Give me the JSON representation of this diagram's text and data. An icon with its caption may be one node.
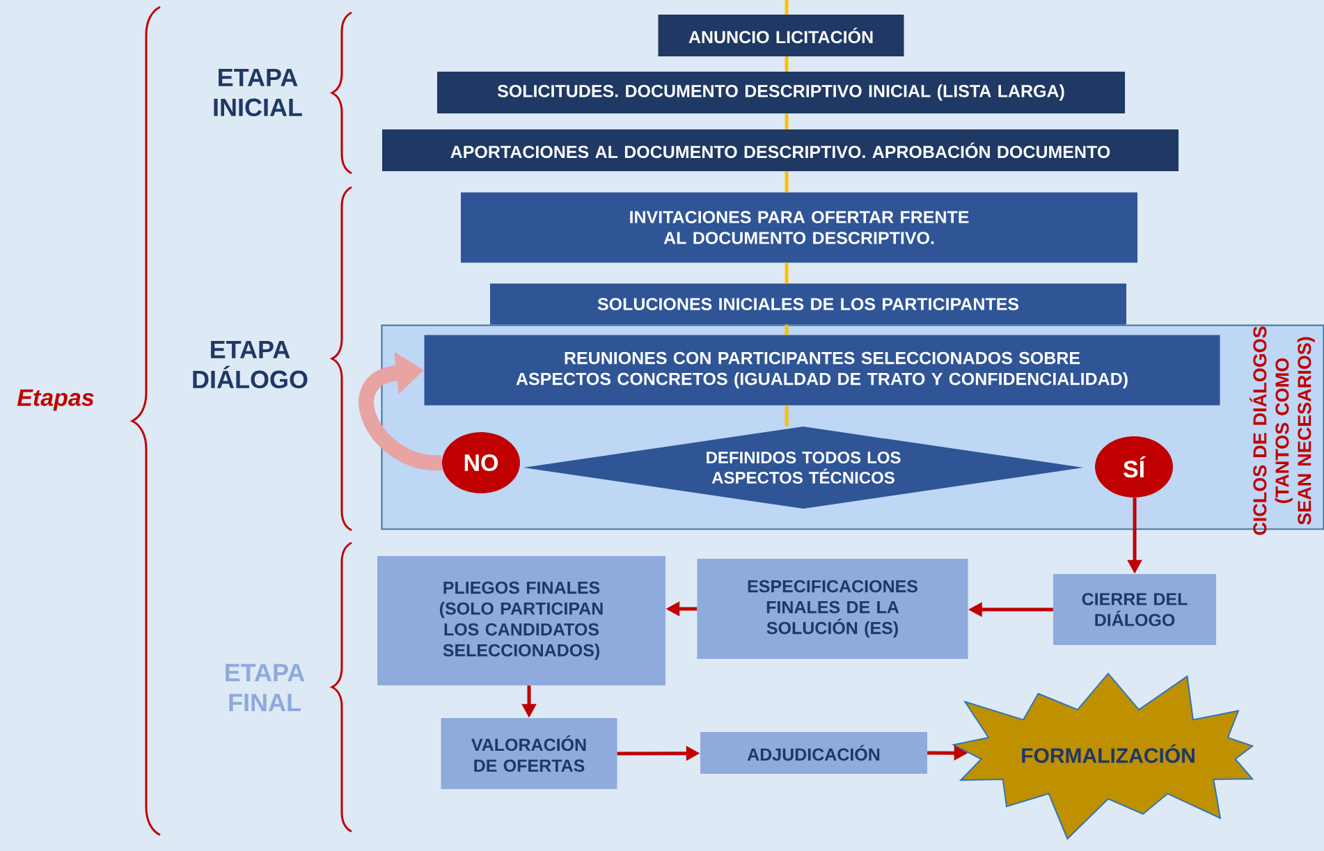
{
  "diagram": {
    "nodes": [
      {
        "text": [
          "ANUNCIO LICITACIÓN"
        ]
      },
      {
        "text": [
          "SOLICITUDES. DOCUMENTO DESCRIPTIVO INICIAL (LISTA LARGA)"
        ]
      },
      {
        "text": [
          "APORTACIONES AL DOCUMENTO DESCRIPTIVO. APROBACIÓN DOCUMENTO"
        ]
      },
      {
        "text": [
          "INVITACIONES PARA OFERTAR FRENTE AL DOCUMENTO DESCRIPTIVO."
        ]
      },
      {
        "text": [
          "SOLUCIONES INICIALES DE LOS PARTICIPANTES"
        ]
      },
      {
        "text": [
          "CICLOS DE DIÁLOGOS (TANTOS COMO SEAN NECESARIOS)"
        ]
      },
      {
        "text": [
          "REUNIONES CON PARTICIPANTES SELECCIONADOS SOBRE ASPECTOS CONCRETOS (IGUALDAD DE TRATO Y CONFIDENCIALIDAD)"
        ],
        "in": 5
      },
      {
        "text": [
          "NO"
        ],
        "in": 5
      },
      {
        "text": [
          "DEFINIDOS TODOS LOS ASPECTOS TÉCNICOS"
        ],
        "in": 5
      },
      {
        "text": [
          "SÍ"
        ],
        "in": 5
      },
      {
        "text": [
          "CIERRE DEL DIÁLOGO"
        ]
      },
      {
        "text": [
          "ESPECIFICACIONES FINALES DE LA SOLUCIÓN (ES)"
        ]
      },
      {
        "text": [
          "PLIEGOS FINALES (SOLO PARTICIPAN LOS CANDIDATOS SELECCIONADOS)"
        ]
      },
      {
        "text": [
          "VALORACIÓN DE OFERTAS"
        ]
      },
      {
        "text": [
          "ADJUDICACIÓN"
        ]
      },
      {
        "text": [
          "FORMALIZACIÓN"
        ]
      }
    ],
    "edges": [
      {
        "from": null,
        "to": 0,
        "arrow": "none"
      },
      {
        "from": 0,
        "to": 1,
        "arrow": "none"
      },
      {
        "from": 1,
        "to": 2,
        "arrow": "none"
      },
      {
        "from": 2,
        "to": 3,
        "arrow": "none"
      },
      {
        "from": 3,
        "to": 4,
        "arrow": "none"
      },
      {
        "from": 4,
        "to": 6,
        "arrow": "none"
      },
      {
        "from": 6,
        "to": 8,
        "arrow": "none"
      },
      {
        "from": 7,
        "to": 6,
        "arrow": "to",
        "style": "thick",
        "color": "#e8a3a3"
      },
      {
        "from": 9,
        "to": 10,
        "arrow": "to",
        "color": "#c00000"
      },
      {
        "from": 10,
        "to": 11,
        "arrow": "to",
        "color": "#c00000"
      },
      {
        "from": 11,
        "to": 12,
        "arrow": "to",
        "color": "#c00000"
      },
      {
        "from": 12,
        "to": 13,
        "arrow": "to",
        "color": "#c00000"
      },
      {
        "from": 13,
        "to": 14,
        "arrow": "to",
        "color": "#c00000"
      },
      {
        "from": 14,
        "to": 15,
        "arrow": "to",
        "color": "#c00000"
      }
    ],
    "labels": [
      "ETAPA INICIAL",
      "Etapas",
      "ETAPA DIÁLOGO",
      "ETAPA FINAL"
    ]
  }
}
